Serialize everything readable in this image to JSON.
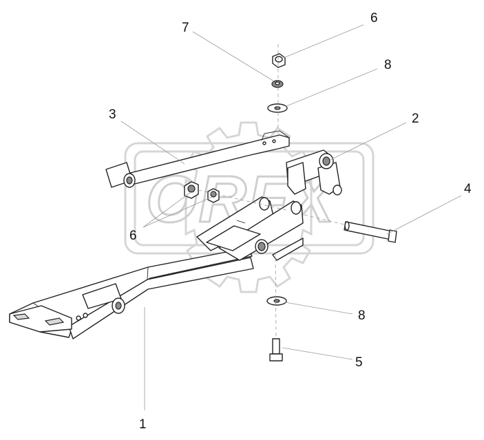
{
  "watermark": {
    "text": "ORFX"
  },
  "callouts": [
    {
      "id": "callout-7",
      "label": "7"
    },
    {
      "id": "callout-6-top",
      "label": "6"
    },
    {
      "id": "callout-8-top",
      "label": "8"
    },
    {
      "id": "callout-3",
      "label": "3"
    },
    {
      "id": "callout-2",
      "label": "2"
    },
    {
      "id": "callout-4",
      "label": "4"
    },
    {
      "id": "callout-6-left",
      "label": "6"
    },
    {
      "id": "callout-8-bottom",
      "label": "8"
    },
    {
      "id": "callout-5",
      "label": "5"
    },
    {
      "id": "callout-1",
      "label": "1"
    }
  ]
}
